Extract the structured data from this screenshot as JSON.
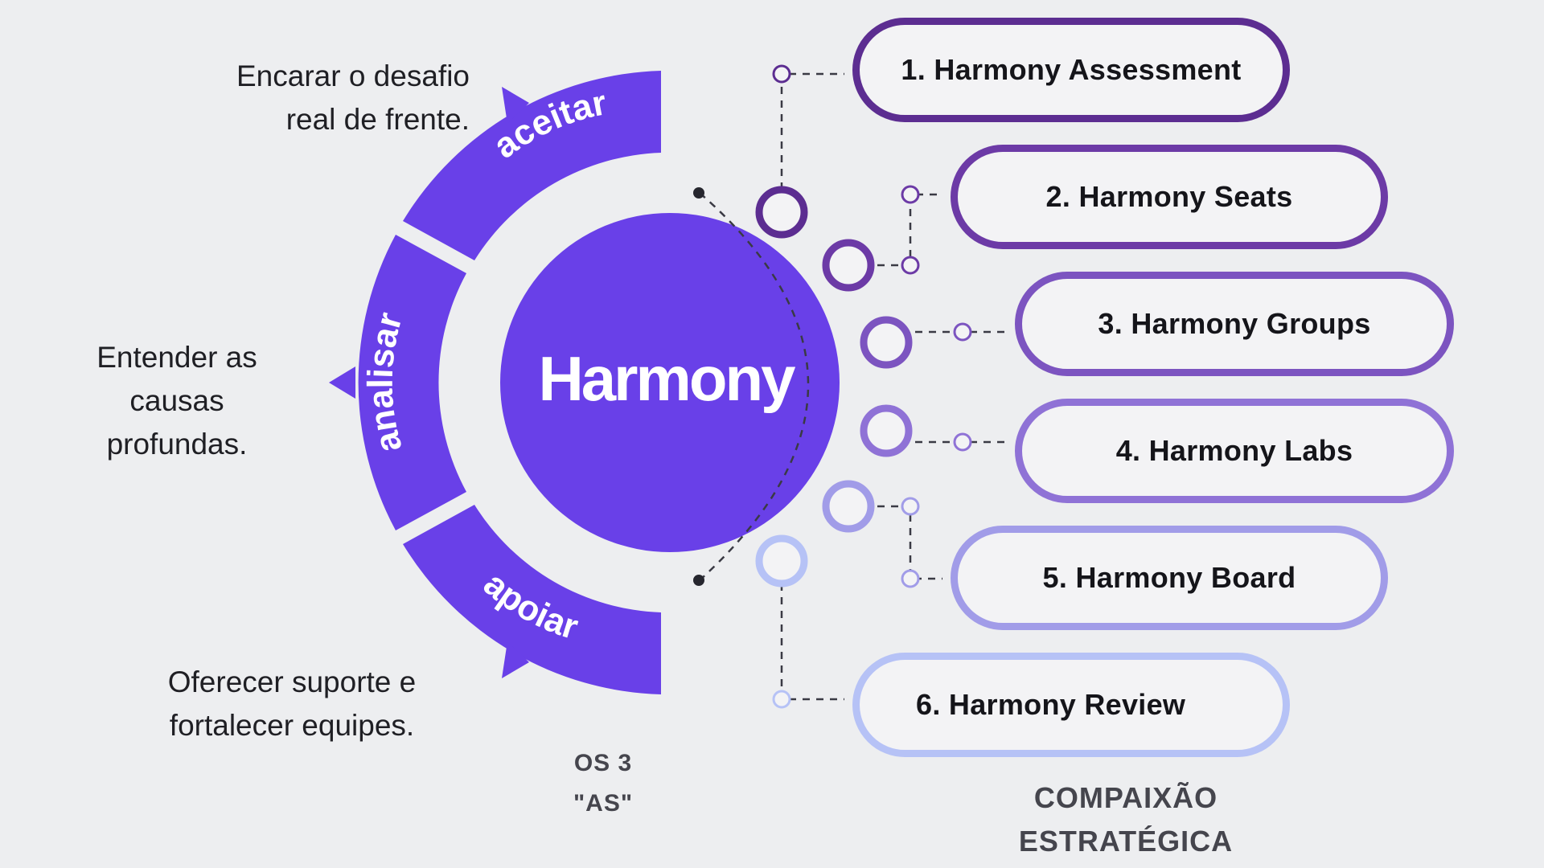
{
  "brand": {
    "logo_text": "Harmony",
    "colors": {
      "primary": "#6940e8",
      "text_dark": "#15151a",
      "background": "#edeef0"
    }
  },
  "three_as": {
    "caption": "OS 3\n\"AS\"",
    "items": [
      {
        "label": "aceitar",
        "description": "Encarar o desafio\nreal de frente."
      },
      {
        "label": "analisar",
        "description": "Entender as\ncausas\nprofundas."
      },
      {
        "label": "apoiar",
        "description": "Oferecer suporte e\nfortalecer equipes."
      }
    ]
  },
  "programs": {
    "caption": "COMPAIXÃO\nESTRATÉGICA",
    "items": [
      {
        "label": "1. Harmony Assessment",
        "color": "#5c2d91"
      },
      {
        "label": "2. Harmony Seats",
        "color": "#6c3aa6"
      },
      {
        "label": "3. Harmony Groups",
        "color": "#7c54c0"
      },
      {
        "label": "4. Harmony Labs",
        "color": "#8f72d6"
      },
      {
        "label": "5. Harmony Board",
        "color": "#a19ce8"
      },
      {
        "label": "6. Harmony Review",
        "color": "#b6c2f6"
      }
    ]
  }
}
